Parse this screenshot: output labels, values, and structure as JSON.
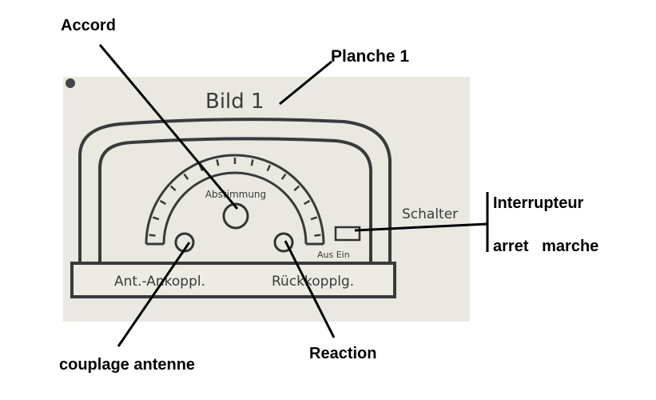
{
  "photo": {
    "title": "Bild 1",
    "dial_label": "Abstimmung",
    "switch_label": "Schalter",
    "switch_states": "Aus Ein",
    "knob_left_label": "Ant.-Ankoppl.",
    "knob_right_label": "Rückkopplg."
  },
  "annotations": {
    "plate": "Planche  1",
    "tuning": "Accord",
    "switch": "Interrupteur",
    "switch_states": "arret   marche",
    "antenna": "couplage antenne",
    "reaction": "Reaction"
  },
  "colors": {
    "photo_bg": "#e9e8e1",
    "ink": "#2e2e2e",
    "annotation": "#000000"
  }
}
